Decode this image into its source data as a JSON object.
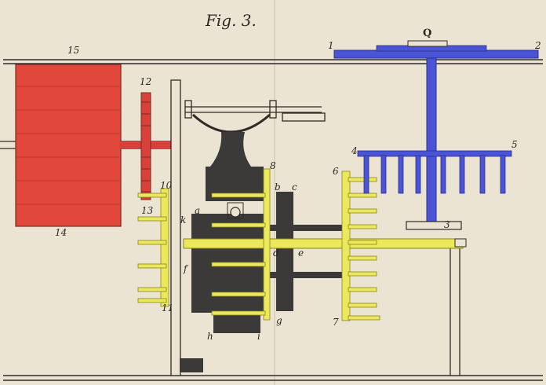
{
  "figure": {
    "title": "Fig. 3."
  },
  "labels": {
    "l15": "15",
    "l14": "14",
    "l12": "12",
    "l13": "13",
    "l10": "10",
    "l11": "11",
    "lk": "k",
    "la": "a",
    "lf": "f",
    "lh": "h",
    "li": "i",
    "lg": "g",
    "l8": "8",
    "lb": "b",
    "lc": "c",
    "ld": "d",
    "le": "e",
    "l6": "6",
    "l7": "7",
    "l4": "4",
    "l5": "5",
    "l3": "3",
    "l1": "1",
    "l2": "2",
    "lQ": "Q"
  },
  "colors": {
    "paper": "#ebe4d2",
    "ink": "#2f2b27",
    "drum_red": "#e2473b",
    "wheel_red": "#d8403a",
    "lantern_yellow": "#ece85b",
    "crown_blue": "#4a54d6",
    "iron_dark": "#3c3a38"
  }
}
